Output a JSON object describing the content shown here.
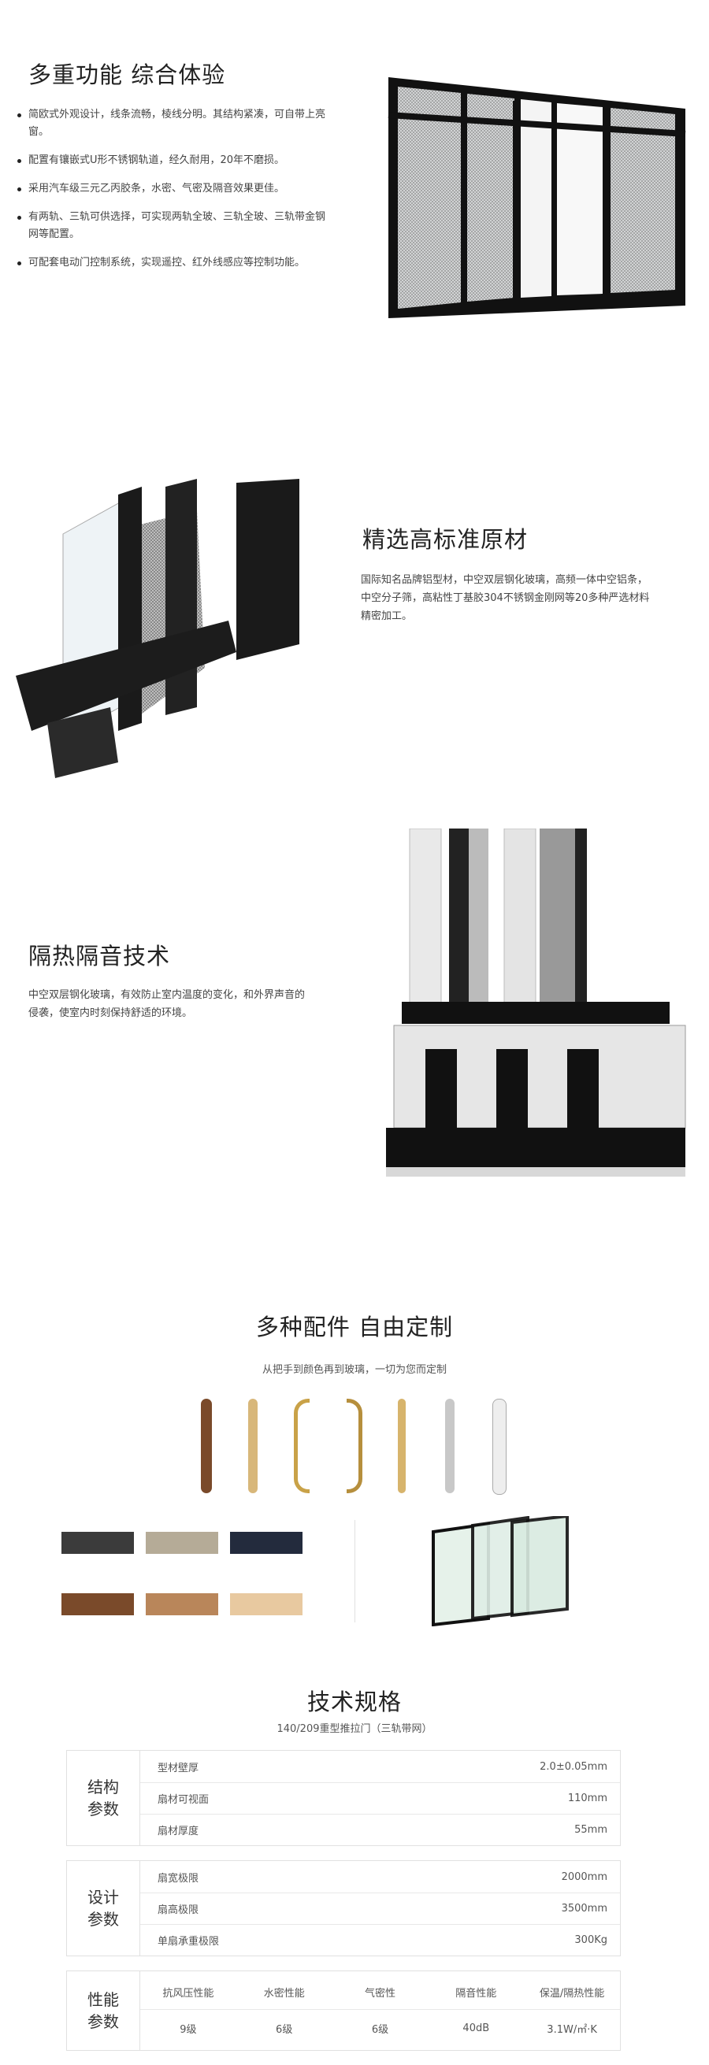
{
  "section1": {
    "title": "多重功能 综合体验",
    "bullets": [
      "简欧式外观设计，线条流畅，棱线分明。其结构紧凑，可自带上亮窗。",
      "配置有镶嵌式U形不锈钢轨道，经久耐用，20年不磨损。",
      "采用汽车级三元乙丙胶条，水密、气密及隔音效果更佳。",
      "有两轨、三轨可供选择，可实现两轨全玻、三轨全玻、三轨带金钢网等配置。",
      "可配套电动门控制系统，实现遥控、红外线感应等控制功能。"
    ]
  },
  "section2": {
    "title": "精选高标准原材",
    "text": "国际知名品牌铝型材，中空双层钢化玻璃，高频一体中空铝条，中空分子筛，高粘性丁基胶304不锈钢金刚网等20多种严选材料精密加工。"
  },
  "section3": {
    "title": "隔热隔音技术",
    "text": "中空双层钢化玻璃，有效防止室内温度的变化，和外界声音的侵袭，使室内时刻保持舒适的环境。"
  },
  "section4": {
    "title": "多种配件 自由定制",
    "subtitle": "从把手到颜色再到玻璃，一切为您而定制",
    "swatches": [
      "#3b3b3b",
      "#b5ab97",
      "#232b3d",
      "#7a4a2a",
      "#b9865a",
      "#e8c9a0"
    ]
  },
  "spec": {
    "title": "技术规格",
    "subtitle": "140/209重型推拉门（三轨带网）",
    "structure": {
      "cat": "结构\n参数",
      "rows": [
        {
          "k": "型材壁厚",
          "v": "2.0±0.05mm"
        },
        {
          "k": "扇材可视面",
          "v": "110mm"
        },
        {
          "k": "扇材厚度",
          "v": "55mm"
        }
      ]
    },
    "design": {
      "cat": "设计\n参数",
      "rows": [
        {
          "k": "扇宽极限",
          "v": "2000mm"
        },
        {
          "k": "扇高极限",
          "v": "3500mm"
        },
        {
          "k": "单扇承重极限",
          "v": "300Kg"
        }
      ]
    },
    "performance": {
      "cat": "性能\n参数",
      "headers": [
        "抗风压性能",
        "水密性能",
        "气密性",
        "隔音性能",
        "保温/隔热性能"
      ],
      "values": [
        "9级",
        "6级",
        "6级",
        "40dB",
        "3.1W/㎡·K"
      ]
    }
  }
}
